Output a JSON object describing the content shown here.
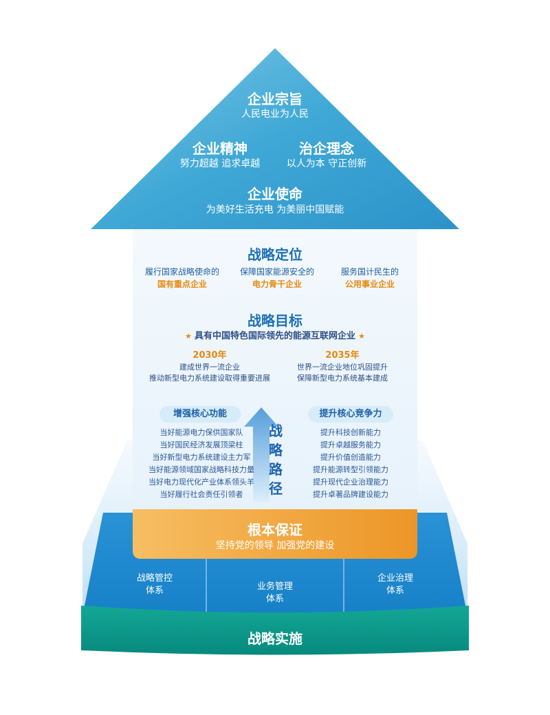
{
  "roof": {
    "purpose": {
      "title": "企业宗旨",
      "text": "人民电业为人民"
    },
    "spirit": {
      "title": "企业精神",
      "text": "努力超越  追求卓越"
    },
    "philosophy": {
      "title": "治企理念",
      "text": "以人为本  守正创新"
    },
    "mission": {
      "title": "企业使命",
      "text": "为美好生活充电  为美丽中国赋能"
    }
  },
  "positioning": {
    "title": "战略定位",
    "items": [
      {
        "line1": "履行国家战略使命的",
        "line2": "国有重点企业"
      },
      {
        "line1": "保障国家能源安全的",
        "line2": "电力骨干企业"
      },
      {
        "line1": "服务国计民生的",
        "line2": "公用事业企业"
      }
    ]
  },
  "goal": {
    "title": "战略目标",
    "star": "★",
    "headline": "具有中国特色国际领先的能源互联网企业",
    "milestones": [
      {
        "year": "2030年",
        "lines": [
          "建成世界一流企业",
          "推动新型电力系统建设取得重要进展"
        ]
      },
      {
        "year": "2035年",
        "lines": [
          "世界一流企业地位巩固提升",
          "保障新型电力系统基本建成"
        ]
      }
    ]
  },
  "path": {
    "chars": [
      "战",
      "略",
      "路",
      "径"
    ],
    "left": {
      "label": "增强核心功能",
      "items": [
        "当好能源电力保供国家队",
        "当好国民经济发展顶梁柱",
        "当好新型电力系统建设主力军",
        "当好能源领域国家战略科技力量",
        "当好电力现代化产业体系领头羊",
        "当好履行社会责任引领者"
      ]
    },
    "right": {
      "label": "提升核心竞争力",
      "items": [
        "提升科技创新能力",
        "提升卓越服务能力",
        "提升价值创造能力",
        "提升能源转型引领能力",
        "提升现代企业治理能力",
        "提升卓著品牌建设能力"
      ]
    }
  },
  "guarantee": {
    "title": "根本保证",
    "text": "坚持党的领导   加强党的建设"
  },
  "pillars": [
    {
      "line1": "战略管控",
      "line2": "体系"
    },
    {
      "line1": "业务管理",
      "line2": "体系"
    },
    {
      "line1": "企业治理",
      "line2": "体系"
    }
  ],
  "base": {
    "title": "战略实施"
  },
  "colors": {
    "roof": "#37a3d3",
    "body_bg": "#eef6fc",
    "guarantee": "#f2a53c",
    "pillars": "#1a86cf",
    "base": "#0c9a8c",
    "accent_orange": "#e8890e",
    "title_blue": "#1d6fb8"
  }
}
